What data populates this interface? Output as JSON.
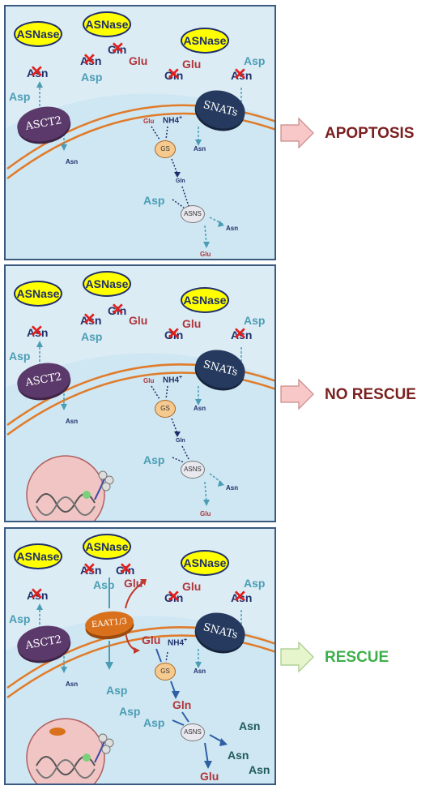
{
  "colors": {
    "dark_red": "#7a1f1f",
    "green": "#3cb04a",
    "teal": "#4a9db5",
    "glu_red": "#b0353a",
    "navy": "#1f2f6b",
    "arrow_pink_fill": "#f8c8c8",
    "arrow_green_fill": "#e6f5cc"
  },
  "labels": {
    "asnase": "ASNase",
    "asn": "Asn",
    "asp": "Asp",
    "gln": "Gln",
    "glu": "Glu",
    "nh4": "NH4",
    "nh4_sup": "+",
    "asct2": "ASCT2",
    "snats": "SNATs",
    "gs": "GS",
    "asns": "ASNS",
    "eaat": "EAAT1/3",
    "x_mark": "✕"
  },
  "outcomes": [
    {
      "text": "APOPTOSIS",
      "color": "#7a1f1f",
      "arrow": "pink"
    },
    {
      "text": "NO RESCUE",
      "color": "#7a1f1f",
      "arrow": "pink"
    },
    {
      "text": "RESCUE",
      "color": "#3cb04a",
      "arrow": "green"
    }
  ],
  "icons": [
    "cell-membrane",
    "nucleus-icon",
    "dna-icon",
    "block-arrow-icon"
  ]
}
